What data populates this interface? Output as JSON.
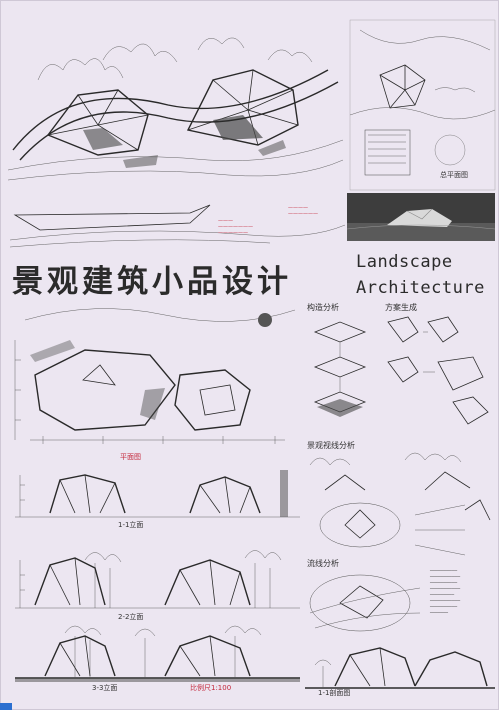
{
  "title": {
    "chinese": "景观建筑小品设计",
    "english_line1": "Landscape",
    "english_line2": "Architecture"
  },
  "analysis_labels": {
    "structure": "构造分析",
    "form_generation": "方案生成",
    "landscape_view": "景观视线分析",
    "flow": "流线分析"
  },
  "drawing_labels": {
    "plan": "平面图",
    "section_1": "1-1立面",
    "elevation_2": "2-2立面",
    "elevation_3": "3-3立面",
    "site_plan": "总平面图",
    "detail_section": "1-1剖面图",
    "scale_note": "比例尺1:100"
  },
  "colors": {
    "paper": "#ece6f1",
    "ink": "#2a2a2a",
    "annotation": "#c4283c",
    "tab": "#2b6fd0"
  }
}
